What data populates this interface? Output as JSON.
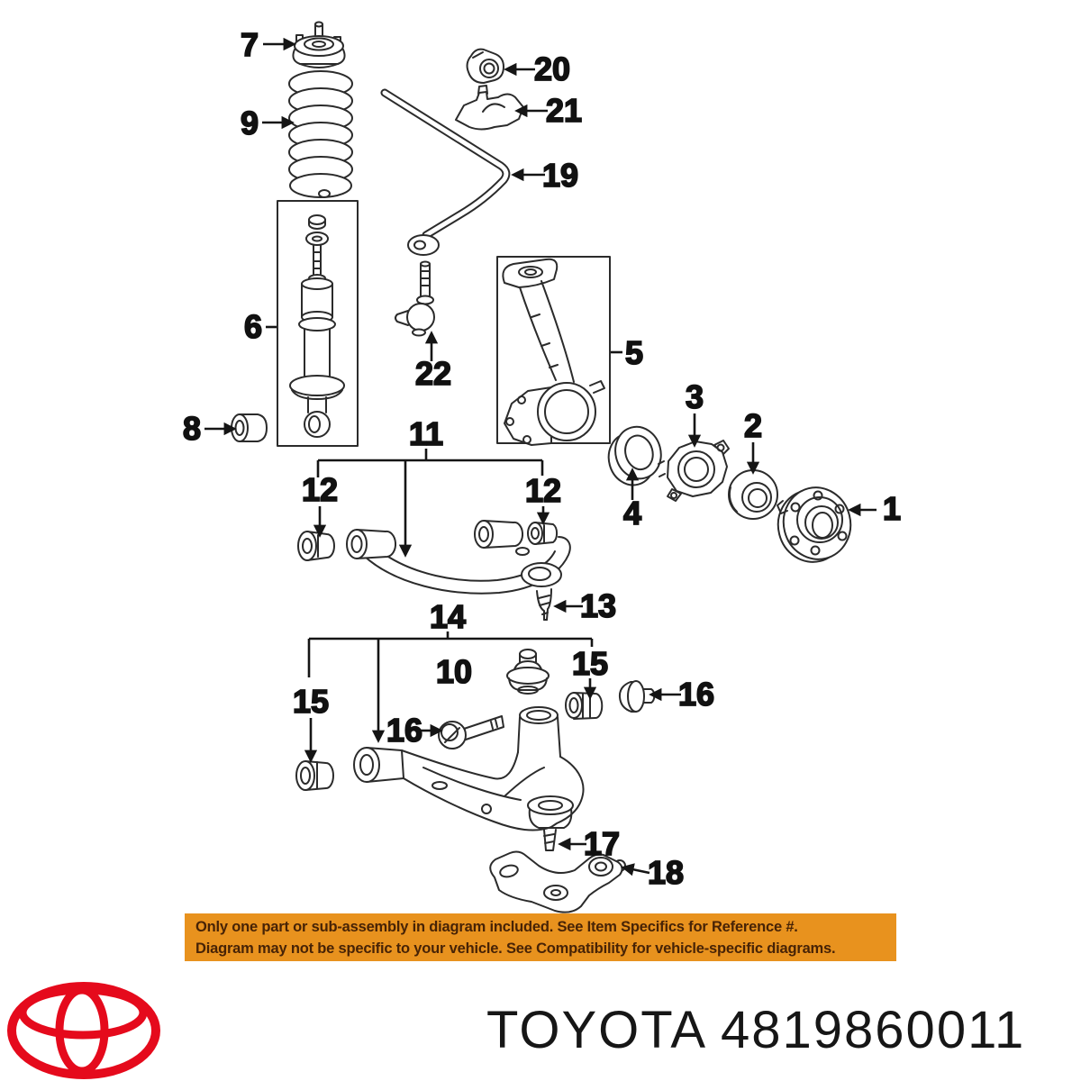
{
  "diagram": {
    "callouts": {
      "c1": "1",
      "c2": "2",
      "c3": "3",
      "c4": "4",
      "c5": "5",
      "c6": "6",
      "c7": "7",
      "c8": "8",
      "c9": "9",
      "c10": "10",
      "c11": "11",
      "c12": "12",
      "c12b": "12",
      "c13": "13",
      "c14": "14",
      "c15": "15",
      "c15b": "15",
      "c16": "16",
      "c16b": "16",
      "c17": "17",
      "c18": "18",
      "c19": "19",
      "c20": "20",
      "c21": "21",
      "c22": "22"
    }
  },
  "banner": {
    "line1": "Only one part or sub-assembly in diagram included. See Item Specifics for Reference #.",
    "line2": "Diagram may not be specific to your vehicle. See Compatibility for vehicle-specific diagrams.",
    "background": "#e8921e",
    "text_color": "#472306"
  },
  "footer": {
    "brand_text": "TOYOTA 4819860011",
    "logo_color": "#e50a1c"
  }
}
